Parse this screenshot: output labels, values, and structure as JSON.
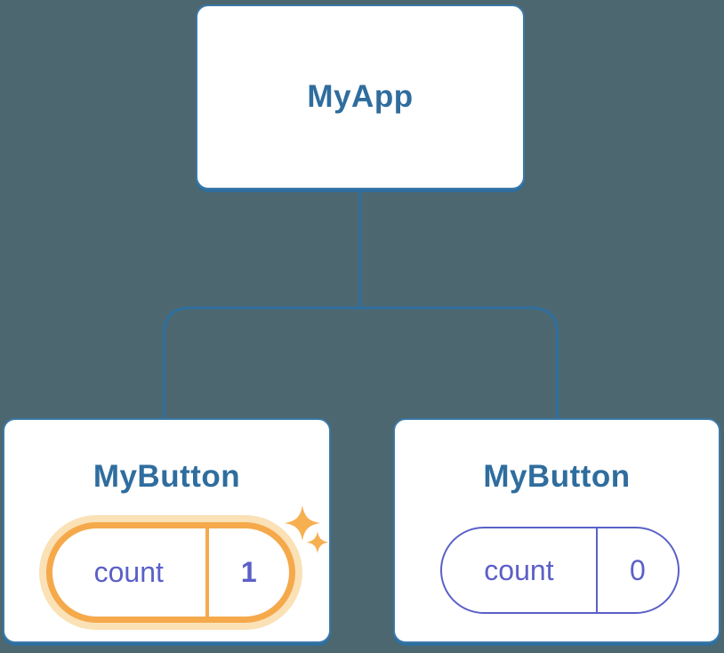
{
  "colors": {
    "background": "#4C6770",
    "card-border": "#3B79A8",
    "card-shadow": "#2E6E9E",
    "connector": "#2F6F9F",
    "node-title": "#2F6D9E",
    "state-indigo": "#5B60C7",
    "highlight-orange": "#F5A94B",
    "highlight-glow": "#FAE1B6",
    "sparkle": "#F6B052"
  },
  "diagram": {
    "type": "component-tree",
    "root_node": {
      "title": "MyApp"
    },
    "child_nodes": [
      {
        "title": "MyButton",
        "state_key": "count",
        "state_value": "1",
        "highlighted": true
      },
      {
        "title": "MyButton",
        "state_key": "count",
        "state_value": "0",
        "highlighted": false
      }
    ]
  }
}
